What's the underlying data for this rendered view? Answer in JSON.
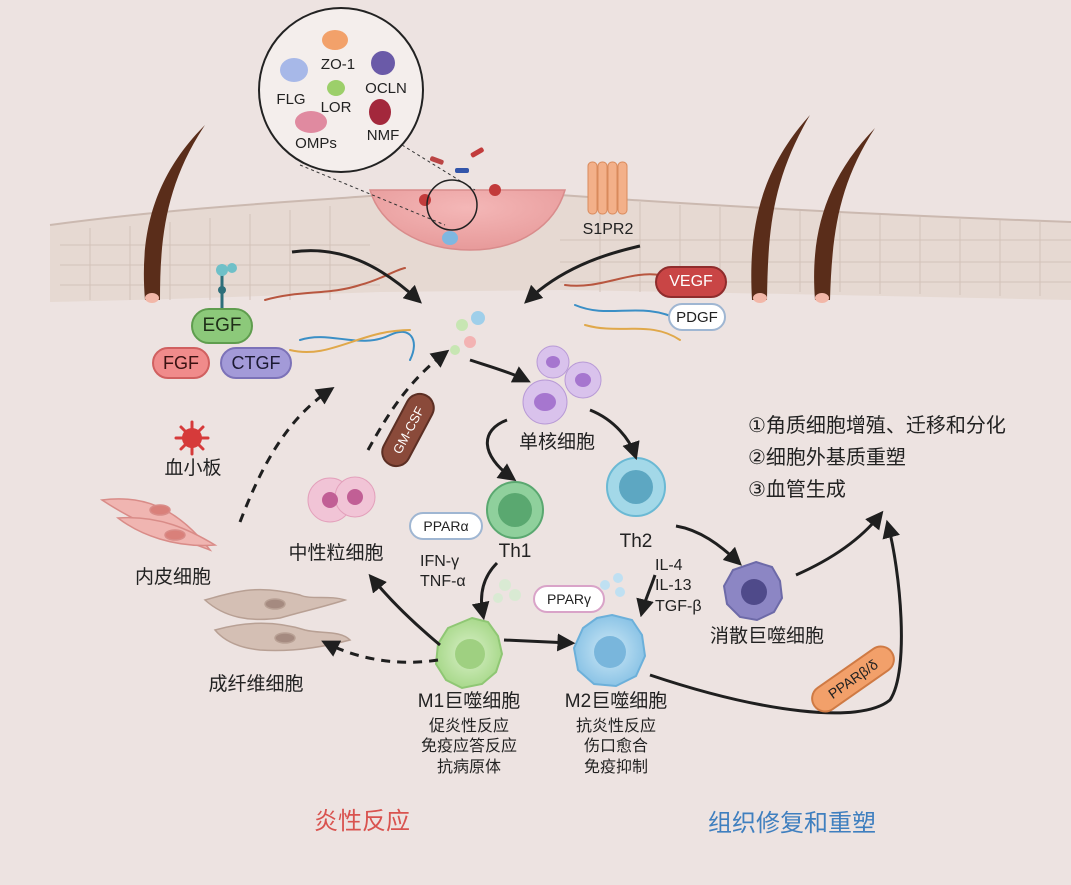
{
  "barrier_proteins": {
    "zo1": "ZO-1",
    "flg": "FLG",
    "lor": "LOR",
    "ocln": "OCLN",
    "omps": "OMPs",
    "nmf": "NMF"
  },
  "receptor": "S1PR2",
  "growth_factors": {
    "egf": "EGF",
    "fgf": "FGF",
    "ctgf": "CTGF",
    "vegf": "VEGF",
    "pdgf": "PDGF"
  },
  "cells": {
    "platelet": "血小板",
    "endothelial": "内皮细胞",
    "neutrophil": "中性粒细胞",
    "fibroblast": "成纤维细胞",
    "monocyte": "单核细胞",
    "th1": "Th1",
    "th2": "Th2",
    "m1": "M1巨噬细胞",
    "m2": "M2巨噬细胞",
    "resolving_macrophage": "消散巨噬细胞"
  },
  "cytokines": {
    "gmcsf": "GM-CSF",
    "ifn_gamma": "IFN-γ",
    "tnf_alpha": "TNF-α",
    "il4": "IL-4",
    "il13": "IL-13",
    "tgf_beta": "TGF-β"
  },
  "receptors_ppar": {
    "ppar_alpha": "PPARα",
    "ppar_gamma": "PPARγ",
    "ppar_beta_delta": "PPARβ/δ"
  },
  "m1_functions": [
    "促炎性反应",
    "免疫应答反应",
    "抗病原体"
  ],
  "m2_functions": [
    "抗炎性反应",
    "伤口愈合",
    "免疫抑制"
  ],
  "outcomes": [
    "①角质细胞增殖、迁移和分化",
    "②细胞外基质重塑",
    "③血管生成"
  ],
  "sections": {
    "inflammation": "炎性反应",
    "repair": "组织修复和重塑"
  },
  "colors": {
    "background": "#ede3e1",
    "inflammation_title": "#d9534f",
    "repair_title": "#3f7fbf",
    "egf": "#8cc97a",
    "fgf": "#f08b8b",
    "ctgf": "#a39ad8",
    "vegf": "#c94545",
    "gmcsf": "#8a4a3a",
    "ppar_beta_delta": "#f2a06a",
    "m1": "#bfe3a8",
    "m2": "#9fcfea",
    "th1": "#5aa870",
    "th2": "#6bb9d4",
    "monocyte": "#c7a2e0",
    "resolving_macrophage": "#6d6aa8"
  }
}
